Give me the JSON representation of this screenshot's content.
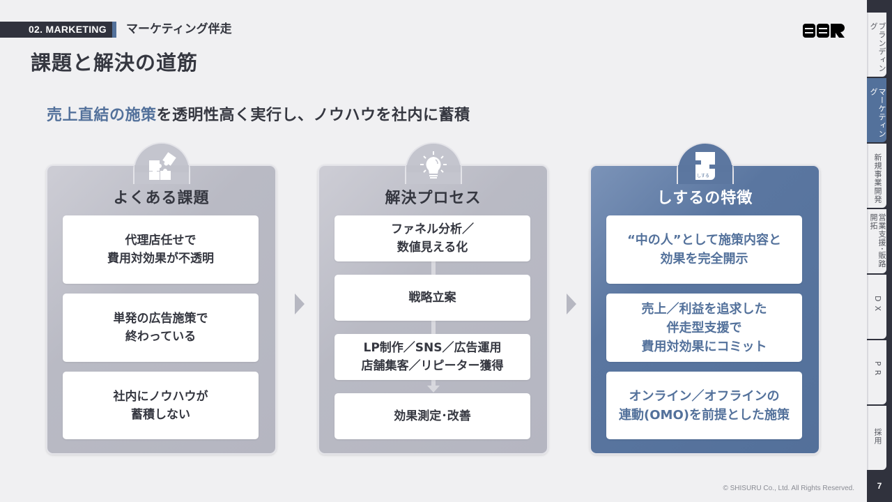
{
  "header": {
    "section_tag": "02. MARKETING",
    "section_subtitle": "マーケティング伴走",
    "page_title": "課題と解決の道筋",
    "logo_text": "SSR"
  },
  "lead": {
    "highlight": "売上直結の施策",
    "rest": "を透明性高く実行し、ノウハウを社内に蓄積"
  },
  "columns": [
    {
      "title": "よくある課題",
      "icon": "puzzle-icon",
      "cards": [
        "代理店任せで\n費用対効果が不透明",
        "単発の広告施策で\n終わっている",
        "社内にノウハウが\n蓄積しない"
      ]
    },
    {
      "title": "解決プロセス",
      "icon": "lightbulb-icon",
      "cards": [
        "ファネル分析／\n数値見える化",
        "戦略立案",
        "LP制作／SNS／広告運用\n店舗集客／リピーター獲得",
        "効果測定･改善"
      ]
    },
    {
      "title": "しするの特徴",
      "icon": "shisuru-logo-icon",
      "icon_label": "しする",
      "cards": [
        "“中の人”として施策内容と\n効果を完全開示",
        "売上／利益を追求した\n伴走型支援で\n費用対効果にコミット",
        "オンライン／オフラインの\n連動(OMO)を前提とした施策"
      ]
    }
  ],
  "sidebar": {
    "tabs": [
      {
        "label": "ブランディング",
        "active": false
      },
      {
        "label": "マーケティング",
        "active": true
      },
      {
        "label": "新規事業開発",
        "active": false
      },
      {
        "label": "営業支援･販路開拓",
        "active": false
      },
      {
        "label": "DX",
        "active": false
      },
      {
        "label": "PR",
        "active": false
      },
      {
        "label": "採用",
        "active": false
      }
    ],
    "page_number": "7"
  },
  "footer": {
    "copyright": "© SHISURU Co., Ltd. All Rights Reserved."
  },
  "colors": {
    "accent": "#53719b",
    "dark": "#30323d",
    "background": "#f0f0f2"
  }
}
